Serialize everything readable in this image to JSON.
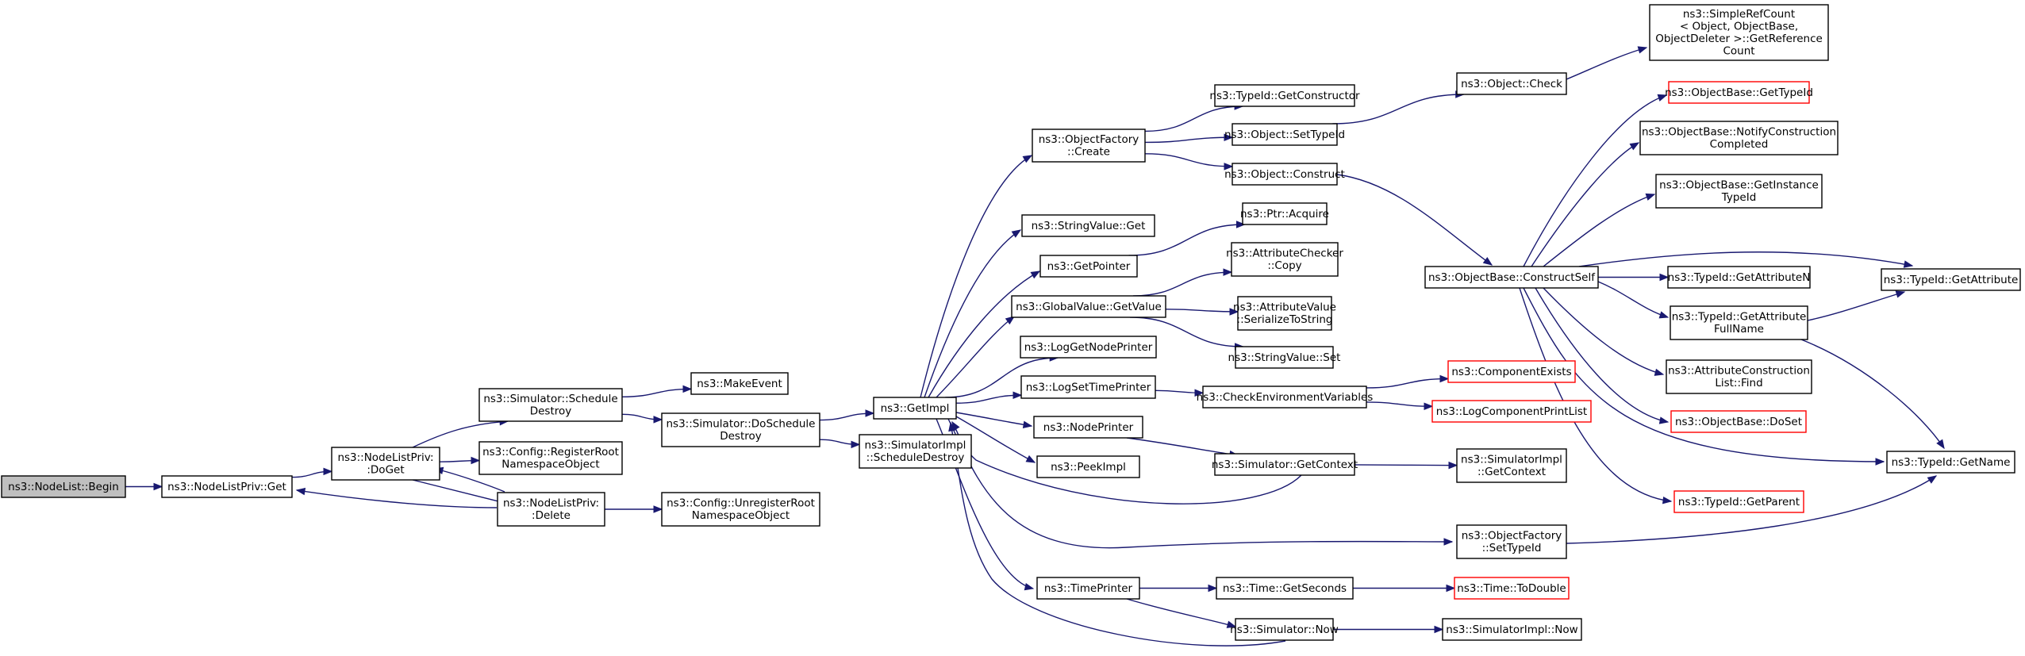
{
  "graph": {
    "nodes": [
      {
        "id": "begin",
        "lines": [
          "ns3::NodeList::Begin"
        ],
        "root": true
      },
      {
        "id": "nlpget",
        "lines": [
          "ns3::NodeListPriv::Get"
        ]
      },
      {
        "id": "doget",
        "lines": [
          "ns3::NodeListPriv:",
          ":DoGet"
        ]
      },
      {
        "id": "schedD",
        "lines": [
          "ns3::Simulator::Schedule",
          "Destroy"
        ]
      },
      {
        "id": "regroot",
        "lines": [
          "ns3::Config::RegisterRoot",
          "NamespaceObject"
        ]
      },
      {
        "id": "nlpdelete",
        "lines": [
          "ns3::NodeListPriv:",
          ":Delete"
        ]
      },
      {
        "id": "makeevent",
        "lines": [
          "ns3::MakeEvent"
        ]
      },
      {
        "id": "doschedD",
        "lines": [
          "ns3::Simulator::DoSchedule",
          "Destroy"
        ]
      },
      {
        "id": "unregroot",
        "lines": [
          "ns3::Config::UnregisterRoot",
          "NamespaceObject"
        ]
      },
      {
        "id": "getimpl",
        "lines": [
          "ns3::GetImpl"
        ]
      },
      {
        "id": "simimplSD",
        "lines": [
          "ns3::SimulatorImpl",
          "::ScheduleDestroy"
        ]
      },
      {
        "id": "ofcreate",
        "lines": [
          "ns3::ObjectFactory",
          "::Create"
        ]
      },
      {
        "id": "strget",
        "lines": [
          "ns3::StringValue::Get"
        ]
      },
      {
        "id": "getptr",
        "lines": [
          "ns3::GetPointer"
        ]
      },
      {
        "id": "gvget",
        "lines": [
          "ns3::GlobalValue::GetValue"
        ]
      },
      {
        "id": "lognp",
        "lines": [
          "ns3::LogGetNodePrinter"
        ]
      },
      {
        "id": "logstp",
        "lines": [
          "ns3::LogSetTimePrinter"
        ]
      },
      {
        "id": "nodepr",
        "lines": [
          "ns3::NodePrinter"
        ]
      },
      {
        "id": "peekimpl",
        "lines": [
          "ns3::PeekImpl"
        ]
      },
      {
        "id": "timepr",
        "lines": [
          "ns3::TimePrinter"
        ]
      },
      {
        "id": "tidctor",
        "lines": [
          "ns3::TypeId::GetConstructor"
        ]
      },
      {
        "id": "objsettid",
        "lines": [
          "ns3::Object::SetTypeId"
        ]
      },
      {
        "id": "objconstr",
        "lines": [
          "ns3::Object::Construct"
        ]
      },
      {
        "id": "ptracq",
        "lines": [
          "ns3::Ptr::Acquire"
        ]
      },
      {
        "id": "accopy",
        "lines": [
          "ns3::AttributeChecker",
          "::Copy"
        ]
      },
      {
        "id": "avser",
        "lines": [
          "ns3::AttributeValue",
          "::SerializeToString"
        ]
      },
      {
        "id": "strset",
        "lines": [
          "ns3::StringValue::Set"
        ]
      },
      {
        "id": "checkenv",
        "lines": [
          "ns3::CheckEnvironmentVariables"
        ]
      },
      {
        "id": "simgetctx",
        "lines": [
          "ns3::Simulator::GetContext"
        ]
      },
      {
        "id": "ofsettid",
        "lines": [
          "ns3::ObjectFactory",
          "::SetTypeId"
        ]
      },
      {
        "id": "timegets",
        "lines": [
          "ns3::Time::GetSeconds"
        ]
      },
      {
        "id": "simnow",
        "lines": [
          "ns3::Simulator::Now"
        ]
      },
      {
        "id": "objcheck",
        "lines": [
          "ns3::Object::Check"
        ]
      },
      {
        "id": "obconstructself",
        "lines": [
          "ns3::ObjectBase::ConstructSelf"
        ]
      },
      {
        "id": "compexists",
        "lines": [
          "ns3::ComponentExists"
        ],
        "red": true
      },
      {
        "id": "logcpl",
        "lines": [
          "ns3::LogComponentPrintList"
        ],
        "red": true
      },
      {
        "id": "simimplgc",
        "lines": [
          "ns3::SimulatorImpl",
          "::GetContext"
        ]
      },
      {
        "id": "timetod",
        "lines": [
          "ns3::Time::ToDouble"
        ],
        "red": true
      },
      {
        "id": "simimplnow",
        "lines": [
          "ns3::SimulatorImpl::Now"
        ]
      },
      {
        "id": "srcget",
        "lines": [
          "ns3::SimpleRefCount",
          "< Object, ObjectBase,",
          "ObjectDeleter >::GetReference",
          "Count"
        ]
      },
      {
        "id": "obgettid",
        "lines": [
          "ns3::ObjectBase::GetTypeId"
        ],
        "red": true
      },
      {
        "id": "obnotify",
        "lines": [
          "ns3::ObjectBase::NotifyConstruction",
          "Completed"
        ]
      },
      {
        "id": "obgetinst",
        "lines": [
          "ns3::ObjectBase::GetInstance",
          "TypeId"
        ]
      },
      {
        "id": "tidgetattrn",
        "lines": [
          "ns3::TypeId::GetAttributeN"
        ]
      },
      {
        "id": "tidgetattrfn",
        "lines": [
          "ns3::TypeId::GetAttribute",
          "FullName"
        ]
      },
      {
        "id": "acfind",
        "lines": [
          "ns3::AttributeConstruction",
          "List::Find"
        ]
      },
      {
        "id": "obdoset",
        "lines": [
          "ns3::ObjectBase::DoSet"
        ],
        "red": true
      },
      {
        "id": "tidgetparent",
        "lines": [
          "ns3::TypeId::GetParent"
        ],
        "red": true
      },
      {
        "id": "tidgetattr",
        "lines": [
          "ns3::TypeId::GetAttribute"
        ]
      },
      {
        "id": "tidgetname",
        "lines": [
          "ns3::TypeId::GetName"
        ]
      }
    ],
    "edges": [
      [
        "begin",
        "nlpget"
      ],
      [
        "nlpget",
        "doget"
      ],
      [
        "doget",
        "schedD"
      ],
      [
        "doget",
        "regroot"
      ],
      [
        "doget",
        "nlpdelete"
      ],
      [
        "nlpdelete",
        "doget"
      ],
      [
        "nlpdelete",
        "nlpget"
      ],
      [
        "nlpdelete",
        "unregroot"
      ],
      [
        "schedD",
        "makeevent"
      ],
      [
        "schedD",
        "doschedD"
      ],
      [
        "doschedD",
        "getimpl"
      ],
      [
        "doschedD",
        "simimplSD"
      ],
      [
        "getimpl",
        "ofcreate"
      ],
      [
        "getimpl",
        "strget"
      ],
      [
        "getimpl",
        "getptr"
      ],
      [
        "getimpl",
        "gvget"
      ],
      [
        "getimpl",
        "lognp"
      ],
      [
        "getimpl",
        "logstp"
      ],
      [
        "getimpl",
        "nodepr"
      ],
      [
        "getimpl",
        "peekimpl"
      ],
      [
        "getimpl",
        "ofsettid"
      ],
      [
        "getimpl",
        "timepr"
      ],
      [
        "simgetctx",
        "getimpl"
      ],
      [
        "simnow",
        "getimpl"
      ],
      [
        "ofcreate",
        "tidctor"
      ],
      [
        "ofcreate",
        "objsettid"
      ],
      [
        "ofcreate",
        "objconstr"
      ],
      [
        "objsettid",
        "objcheck"
      ],
      [
        "objcheck",
        "srcget"
      ],
      [
        "objconstr",
        "obconstructself"
      ],
      [
        "getptr",
        "ptracq"
      ],
      [
        "gvget",
        "accopy"
      ],
      [
        "gvget",
        "avser"
      ],
      [
        "gvget",
        "strset"
      ],
      [
        "logstp",
        "checkenv"
      ],
      [
        "checkenv",
        "compexists"
      ],
      [
        "checkenv",
        "logcpl"
      ],
      [
        "nodepr",
        "simgetctx"
      ],
      [
        "simgetctx",
        "simimplgc"
      ],
      [
        "timepr",
        "timegets"
      ],
      [
        "timepr",
        "simnow"
      ],
      [
        "timegets",
        "timetod"
      ],
      [
        "simnow",
        "simimplnow"
      ],
      [
        "ofsettid",
        "tidgetname"
      ],
      [
        "obconstructself",
        "obgettid"
      ],
      [
        "obconstructself",
        "obnotify"
      ],
      [
        "obconstructself",
        "obgetinst"
      ],
      [
        "obconstructself",
        "tidgetattrn"
      ],
      [
        "obconstructself",
        "tidgetattr"
      ],
      [
        "obconstructself",
        "tidgetattrfn"
      ],
      [
        "obconstructself",
        "acfind"
      ],
      [
        "obconstructself",
        "obdoset"
      ],
      [
        "obconstructself",
        "tidgetname"
      ],
      [
        "obconstructself",
        "tidgetparent"
      ],
      [
        "tidgetattrfn",
        "tidgetattr"
      ],
      [
        "tidgetattrfn",
        "tidgetname"
      ]
    ]
  }
}
